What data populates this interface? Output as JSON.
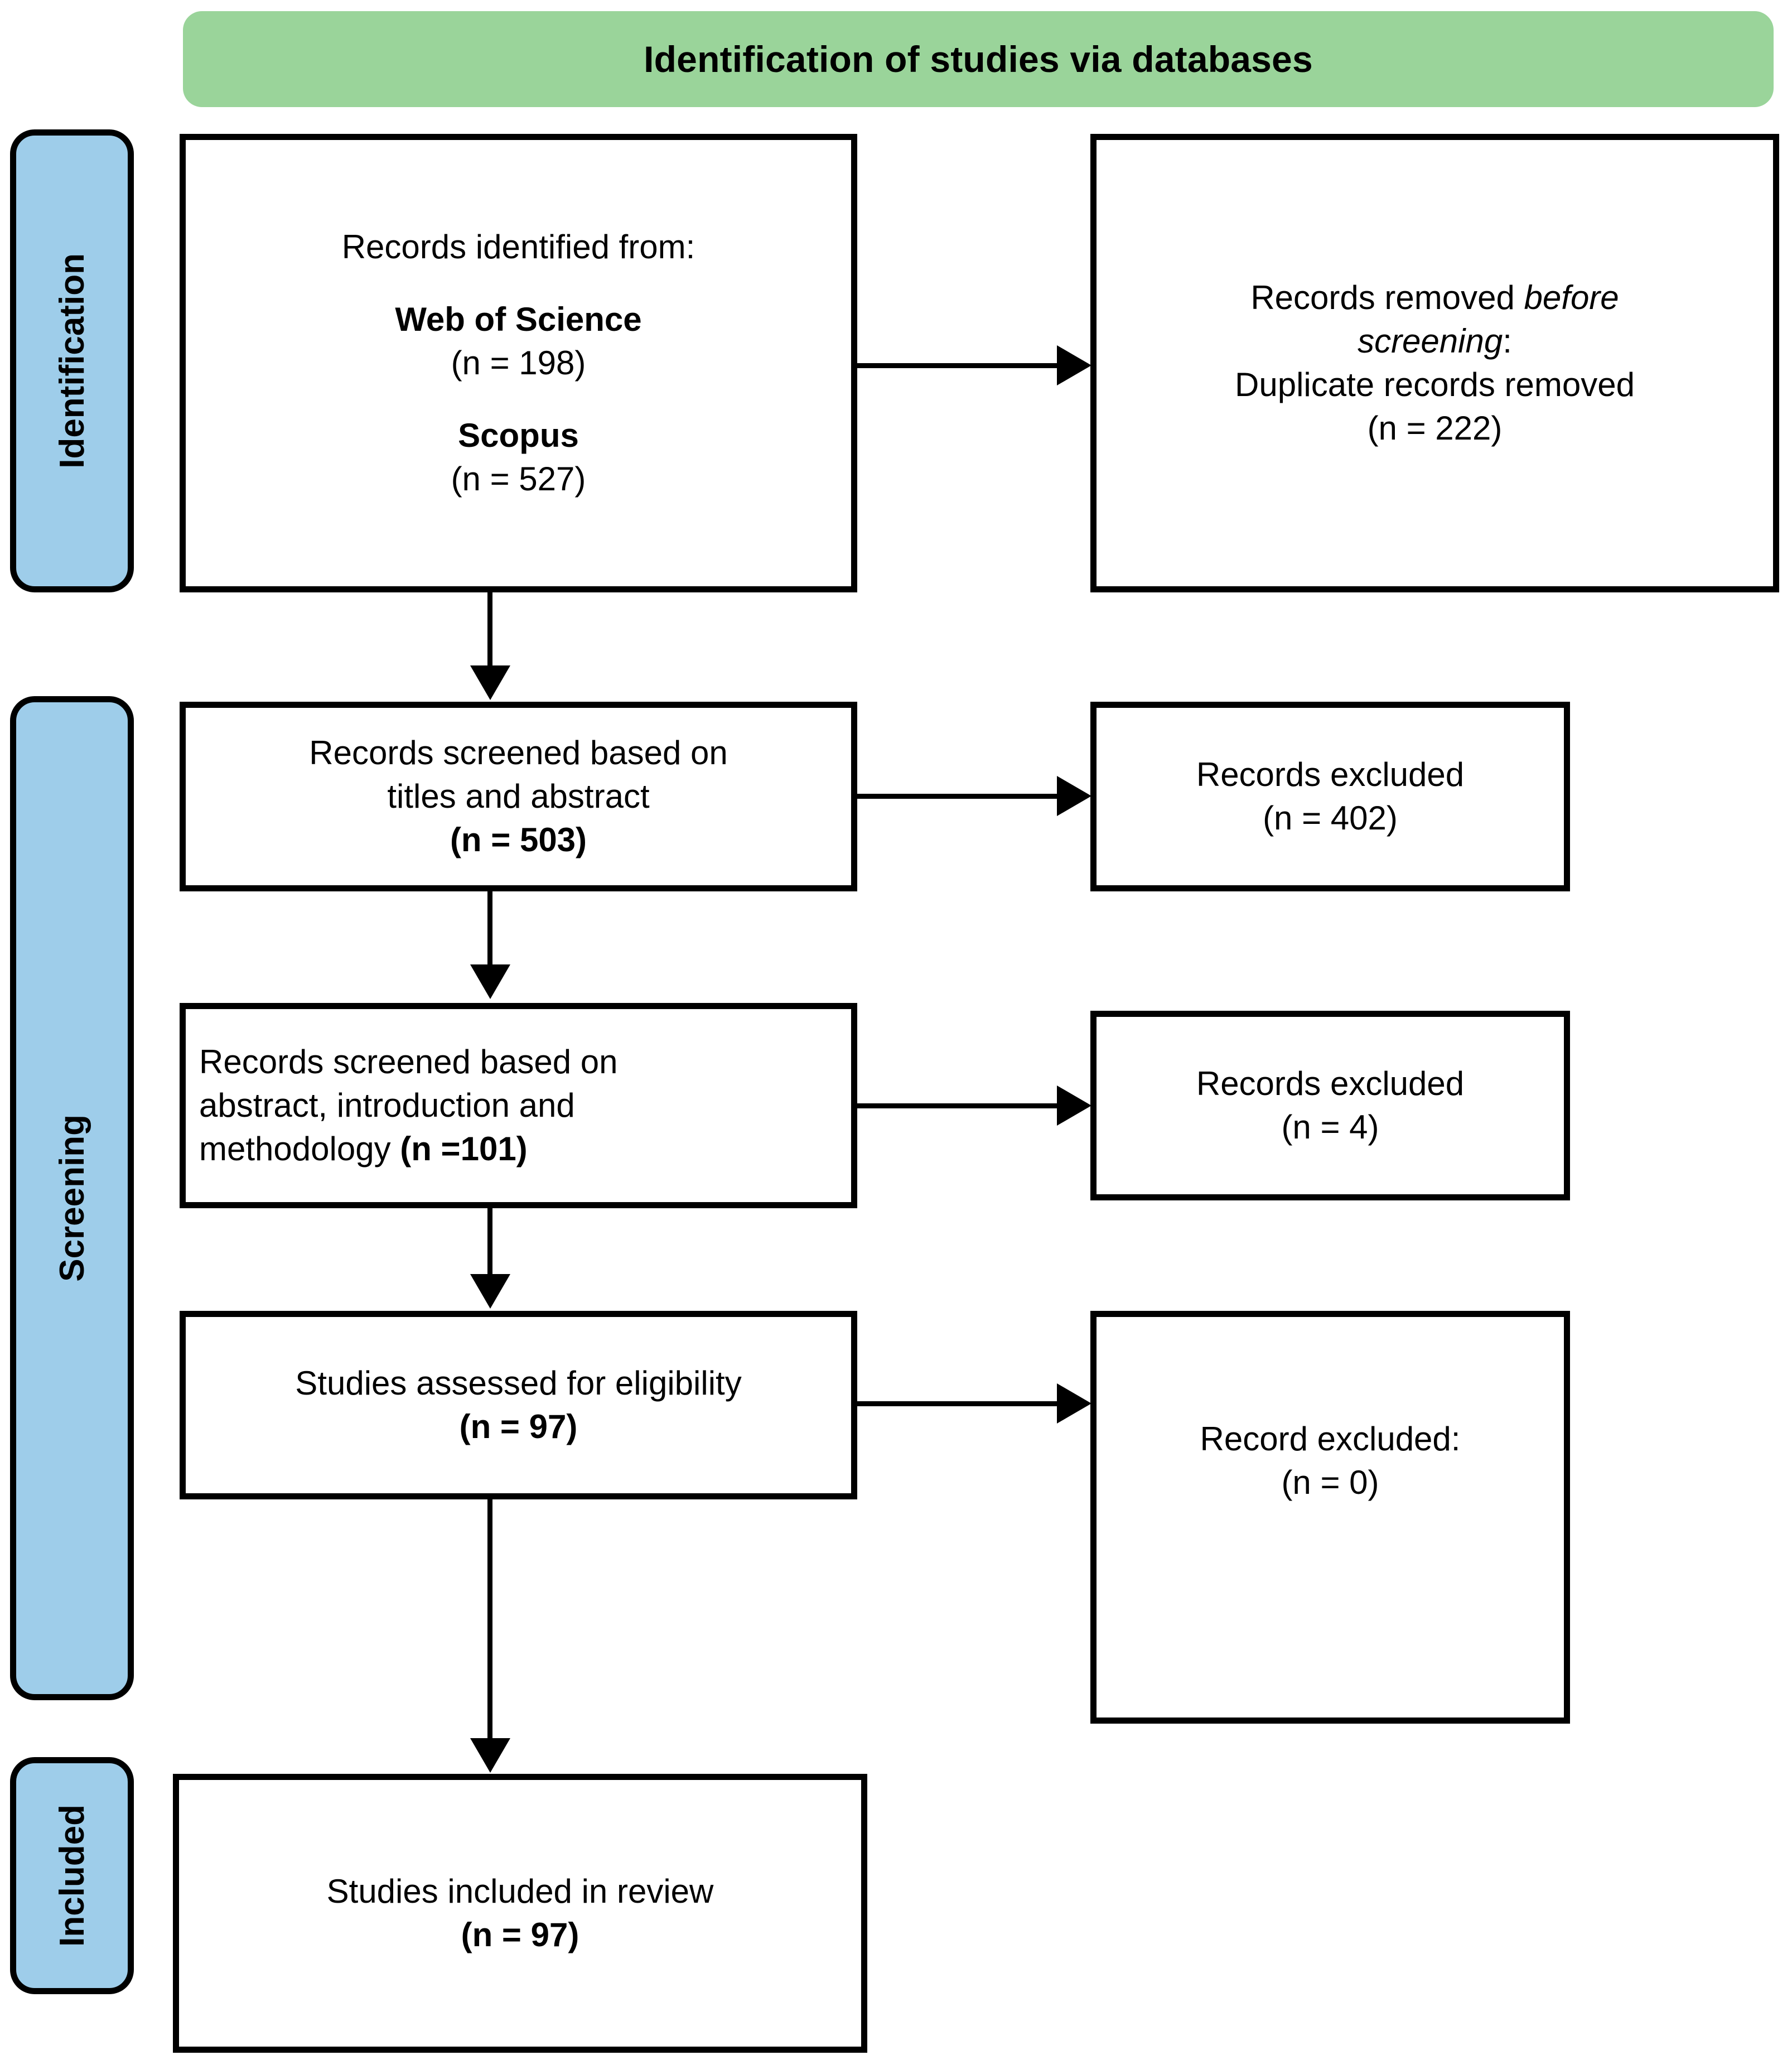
{
  "diagram": {
    "type": "PRISMA flow diagram",
    "banner": {
      "label": "Identification of studies via databases",
      "color": "#9ad49a"
    },
    "stage_bar_color": "#9ecdea",
    "stages": [
      {
        "id": "identification",
        "label": "Identification"
      },
      {
        "id": "screening",
        "label": "Screening"
      },
      {
        "id": "included",
        "label": "Included"
      }
    ],
    "boxes": {
      "records_identified": {
        "line1": "Records identified from:",
        "source1_name": "Web of Science",
        "source1_count": "(n = 198)",
        "source2_name": "Scopus",
        "source2_count": "(n = 527)"
      },
      "records_removed": {
        "line1_prefix": "Records removed ",
        "line1_italic": "before",
        "line2_italic": "screening",
        "line2_suffix": ":",
        "line3": "Duplicate records removed",
        "count": "(n = 222)"
      },
      "screened_titles": {
        "line1": "Records screened based on",
        "line2": "titles and abstract",
        "count": "(n = 503)"
      },
      "excluded_titles": {
        "line1": "Records excluded",
        "count": "(n = 402)"
      },
      "screened_methods": {
        "line1": "Records screened based on",
        "line2": "abstract, introduction and",
        "line3_prefix": "methodology ",
        "line3_count": "(n =101)"
      },
      "excluded_methods": {
        "line1": "Records excluded",
        "count": "(n = 4)"
      },
      "eligibility": {
        "line1": "Studies assessed for eligibility",
        "count": "(n = 97)"
      },
      "record_excluded": {
        "line1": "Record excluded:",
        "count": "(n = 0)"
      },
      "included_review": {
        "line1": "Studies included in review",
        "count": "(n = 97)"
      }
    }
  }
}
